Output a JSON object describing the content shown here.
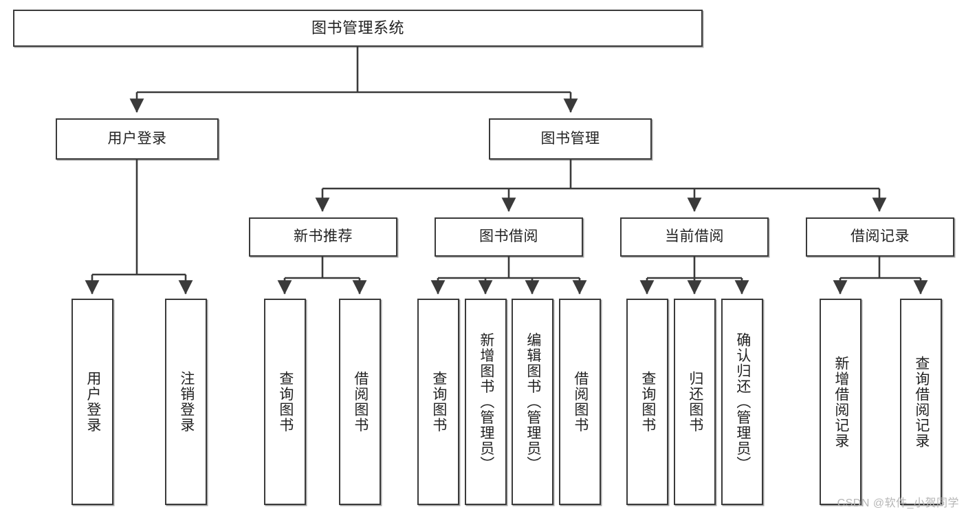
{
  "diagram": {
    "title": "图书管理系统",
    "type": "tree-hierarchy",
    "stroke_color": "#3a3a3a",
    "background_color": "#ffffff",
    "text_color": "#222222"
  },
  "nodes": {
    "root": {
      "label": "图书管理系统"
    },
    "level2": [
      {
        "id": "user-login",
        "label": "用户登录"
      },
      {
        "id": "book-manage",
        "label": "图书管理"
      }
    ],
    "level3": [
      {
        "id": "new-book-rec",
        "label": "新书推荐"
      },
      {
        "id": "book-borrow",
        "label": "图书借阅"
      },
      {
        "id": "current-borrow",
        "label": "当前借阅"
      },
      {
        "id": "borrow-record",
        "label": "借阅记录"
      }
    ],
    "leaves": {
      "user_login": [
        {
          "id": "leaf-user-login",
          "label": "用户登录"
        },
        {
          "id": "leaf-logout",
          "label": "注销登录"
        }
      ],
      "new_book_rec": [
        {
          "id": "leaf-query-book-1",
          "label": "查询图书"
        },
        {
          "id": "leaf-borrow-book-1",
          "label": "借阅图书"
        }
      ],
      "book_borrow": [
        {
          "id": "leaf-query-book-2",
          "label": "查询图书"
        },
        {
          "id": "leaf-add-book",
          "label": "新增图书（管理员）"
        },
        {
          "id": "leaf-edit-book",
          "label": "编辑图书（管理员）"
        },
        {
          "id": "leaf-borrow-book-2",
          "label": "借阅图书"
        }
      ],
      "current_borrow": [
        {
          "id": "leaf-query-book-3",
          "label": "查询图书"
        },
        {
          "id": "leaf-return-book",
          "label": "归还图书"
        },
        {
          "id": "leaf-confirm-return",
          "label": "确认归还（管理员）"
        }
      ],
      "borrow_record": [
        {
          "id": "leaf-add-record",
          "label": "新增借阅记录"
        },
        {
          "id": "leaf-query-record",
          "label": "查询借阅记录"
        }
      ]
    }
  },
  "watermark": {
    "text": "CSDN @软件_小贺同学"
  }
}
